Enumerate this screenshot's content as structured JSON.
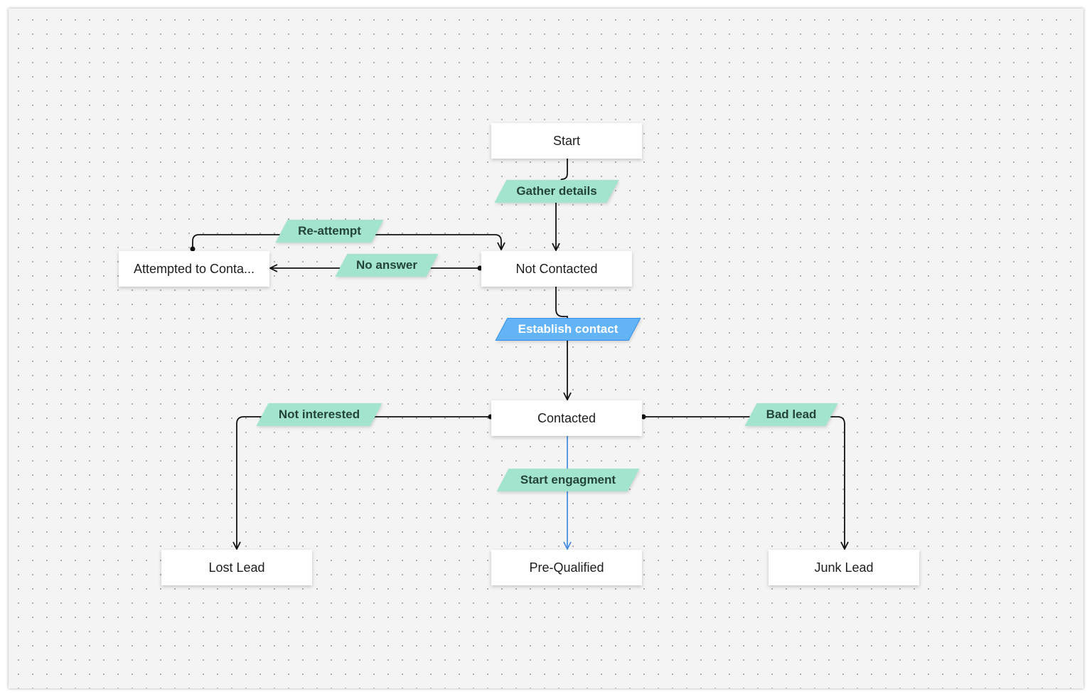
{
  "diagram": {
    "states": {
      "start": "Start",
      "not_contacted": "Not Contacted",
      "attempted": "Attempted to Conta...",
      "contacted": "Contacted",
      "lost_lead": "Lost Lead",
      "pre_qualified": "Pre-Qualified",
      "junk_lead": "Junk Lead"
    },
    "transitions": {
      "gather_details": "Gather details",
      "re_attempt": "Re-attempt",
      "no_answer": "No answer",
      "establish_contact": "Establish contact",
      "not_interested": "Not interested",
      "bad_lead": "Bad lead",
      "start_engagement": "Start engagment"
    },
    "colors": {
      "transition_fill": "#a3e4cf",
      "active_transition_fill": "#63b4f6",
      "highlighted_edge": "#4a90e2",
      "edge": "#111111"
    }
  }
}
